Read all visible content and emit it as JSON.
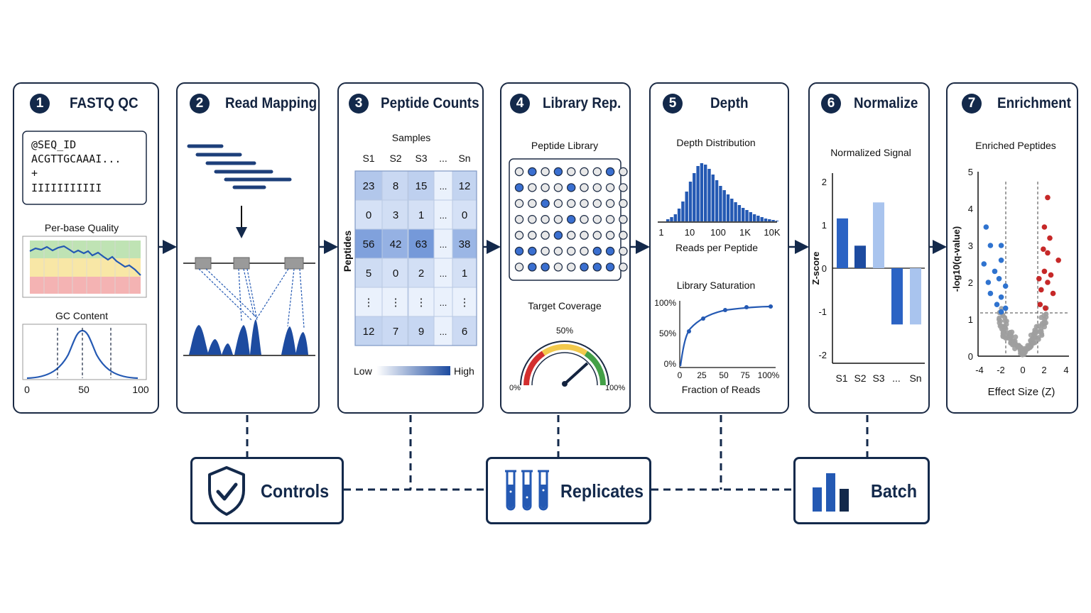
{
  "steps": [
    {
      "num": "1",
      "title": "FASTQ QC"
    },
    {
      "num": "2",
      "title": "Read Mapping"
    },
    {
      "num": "3",
      "title": "Peptide Counts"
    },
    {
      "num": "4",
      "title": "Library Rep."
    },
    {
      "num": "5",
      "title": "Depth"
    },
    {
      "num": "6",
      "title": "Normalize"
    },
    {
      "num": "7",
      "title": "Enrichment"
    }
  ],
  "fastq": {
    "record": [
      "@SEQ_ID",
      "ACGTTGCAAAI...",
      "+",
      "IIIIIIIIIII"
    ],
    "quality_label": "Per-base Quality",
    "gc_label": "GC Content",
    "gc_ticks": [
      "0",
      "50",
      "100"
    ]
  },
  "counts": {
    "samples_label": "Samples",
    "row_label": "Peptides",
    "columns": [
      "S1",
      "S2",
      "S3",
      "...",
      "Sn"
    ],
    "rows": [
      [
        "23",
        "8",
        "15",
        "...",
        "12"
      ],
      [
        "0",
        "3",
        "1",
        "...",
        "0"
      ],
      [
        "56",
        "42",
        "63",
        "...",
        "38"
      ],
      [
        "5",
        "0",
        "2",
        "...",
        "1"
      ],
      [
        "⋮",
        "⋮",
        "⋮",
        "...",
        "⋮"
      ],
      [
        "12",
        "7",
        "9",
        "...",
        "6"
      ]
    ],
    "legend_low": "Low",
    "legend_high": "High"
  },
  "library": {
    "grid_label": "Peptide Library",
    "coverage_label": "Target Coverage",
    "gauge_min": "0%",
    "gauge_mid": "50%",
    "gauge_max": "100%"
  },
  "depth": {
    "dist_title": "Depth Distribution",
    "dist_xlabel": "Reads per Peptide",
    "dist_ticks": [
      "1",
      "10",
      "100",
      "1K",
      "10K"
    ],
    "sat_title": "Library Saturation",
    "sat_xlabel": "Fraction of Reads",
    "sat_xticks": [
      "0",
      "25",
      "50",
      "75",
      "100%"
    ],
    "sat_yticks": [
      "0%",
      "50%",
      "100%"
    ]
  },
  "normalize": {
    "title": "Normalized Signal",
    "ylabel": "Z-score",
    "yticks": [
      "2",
      "1",
      "0",
      "-1",
      "-2"
    ],
    "categories": [
      "S1",
      "S2",
      "S3",
      "...",
      "Sn"
    ]
  },
  "enrichment": {
    "title": "Enriched Peptides",
    "ylabel": "-log10(q-value)",
    "xlabel": "Effect Size (Z)",
    "yticks": [
      "5",
      "4",
      "3",
      "2",
      "1",
      "0"
    ],
    "xticks": [
      "-4",
      "-2",
      "0",
      "2",
      "4"
    ]
  },
  "bottom": {
    "controls": "Controls",
    "replicates": "Replicates",
    "batch": "Batch"
  },
  "colors": {
    "navy": "#13294b",
    "blue": "#2459b3",
    "light_blue": "#a9c4ee",
    "red": "#c62828",
    "gray": "#9e9e9e"
  }
}
